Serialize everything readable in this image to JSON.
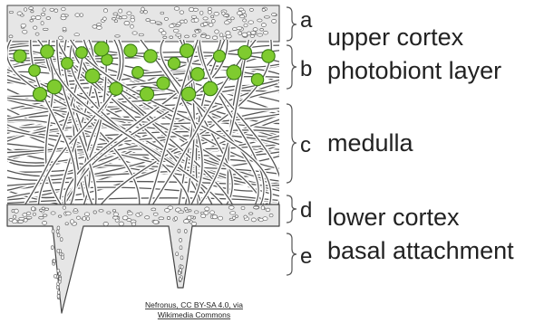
{
  "layers": [
    {
      "letter": "a",
      "name": "upper cortex"
    },
    {
      "letter": "b",
      "name": "photobiont layer"
    },
    {
      "letter": "c",
      "name": "medulla"
    },
    {
      "letter": "d",
      "name": "lower cortex"
    },
    {
      "letter": "e",
      "name": "basal attachment"
    }
  ],
  "credit": {
    "line1": "Nefronus, CC BY-SA 4.0, via",
    "line2": "Wikimedia Commons"
  },
  "colors": {
    "cortex_fill": "#e6e6e6",
    "outline": "#444444",
    "hypha_stroke": "#555555",
    "photobiont_fill": "#7fcb2f",
    "photobiont_stroke": "#3a7d14"
  }
}
